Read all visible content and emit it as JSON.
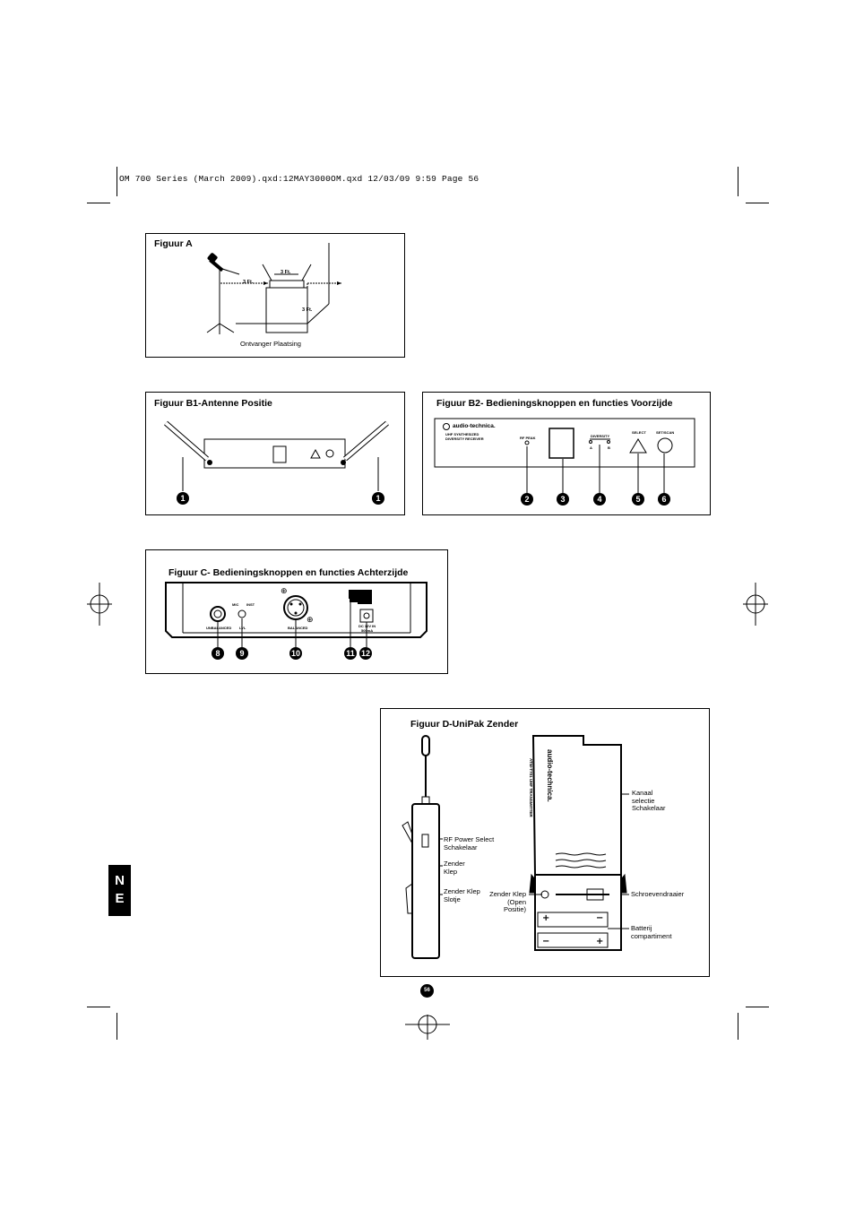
{
  "slug_line": "OM 700 Series (March 2009).qxd:12MAY3000OM.qxd  12/03/09  9:59  Page 56",
  "figure_a": {
    "title": "Figuur A",
    "caption": "Ontvanger Plaatsing",
    "dim_labels": [
      "3 Ft.",
      "3 Ft.",
      "3 Ft."
    ]
  },
  "figure_b1": {
    "title": "Figuur B1-Antenne Positie",
    "callouts": [
      "1",
      "1"
    ]
  },
  "figure_b2": {
    "title": "Figuur B2- Bedieningsknoppen en functies Voorzijde",
    "brand": "audio-technica.",
    "model_line1": "UHF SYNTHESIZED",
    "model_line2": "DIVERSITY RECEIVER",
    "rf_peak": "RF PEAK",
    "diversity": "DIVERSITY",
    "div_a": "A",
    "div_b": "B",
    "select": "SELECT",
    "set_scan": "SET/SCAN",
    "callouts": [
      "2",
      "3",
      "4",
      "5",
      "6"
    ]
  },
  "figure_c": {
    "title": "Figuur C- Bedieningsknoppen en functies Achterzijde",
    "unbalanced": "UNBALANCED",
    "balanced": "BALANCED",
    "level": "LVL",
    "mic": "MIC",
    "inst": "INST",
    "dc_in_line1": "DC 12V IN",
    "dc_in_line2": "500mA",
    "callouts": [
      "8",
      "9",
      "10",
      "11",
      "12"
    ]
  },
  "figure_d": {
    "title": "Figuur D-UniPak Zender",
    "rf_power_select": "RF Power Select Schakelaar",
    "zender_klep": "Zender Klep",
    "zender_klep_slotje": "Zender Klep Slotje",
    "zender_klep_open": "Zender Klep (Open Positie)",
    "kanaal_selectie": "Kanaal selectie Schakelaar",
    "schroevendraaier": "Schroevendraaier",
    "batterij": "Batterij compartiment",
    "brand": "audio-technica.",
    "sub_brand": "ATW-T701 UHF TRANSMITTER"
  },
  "section_tab": {
    "line1": "N",
    "line2": "E"
  },
  "page_number": "56"
}
